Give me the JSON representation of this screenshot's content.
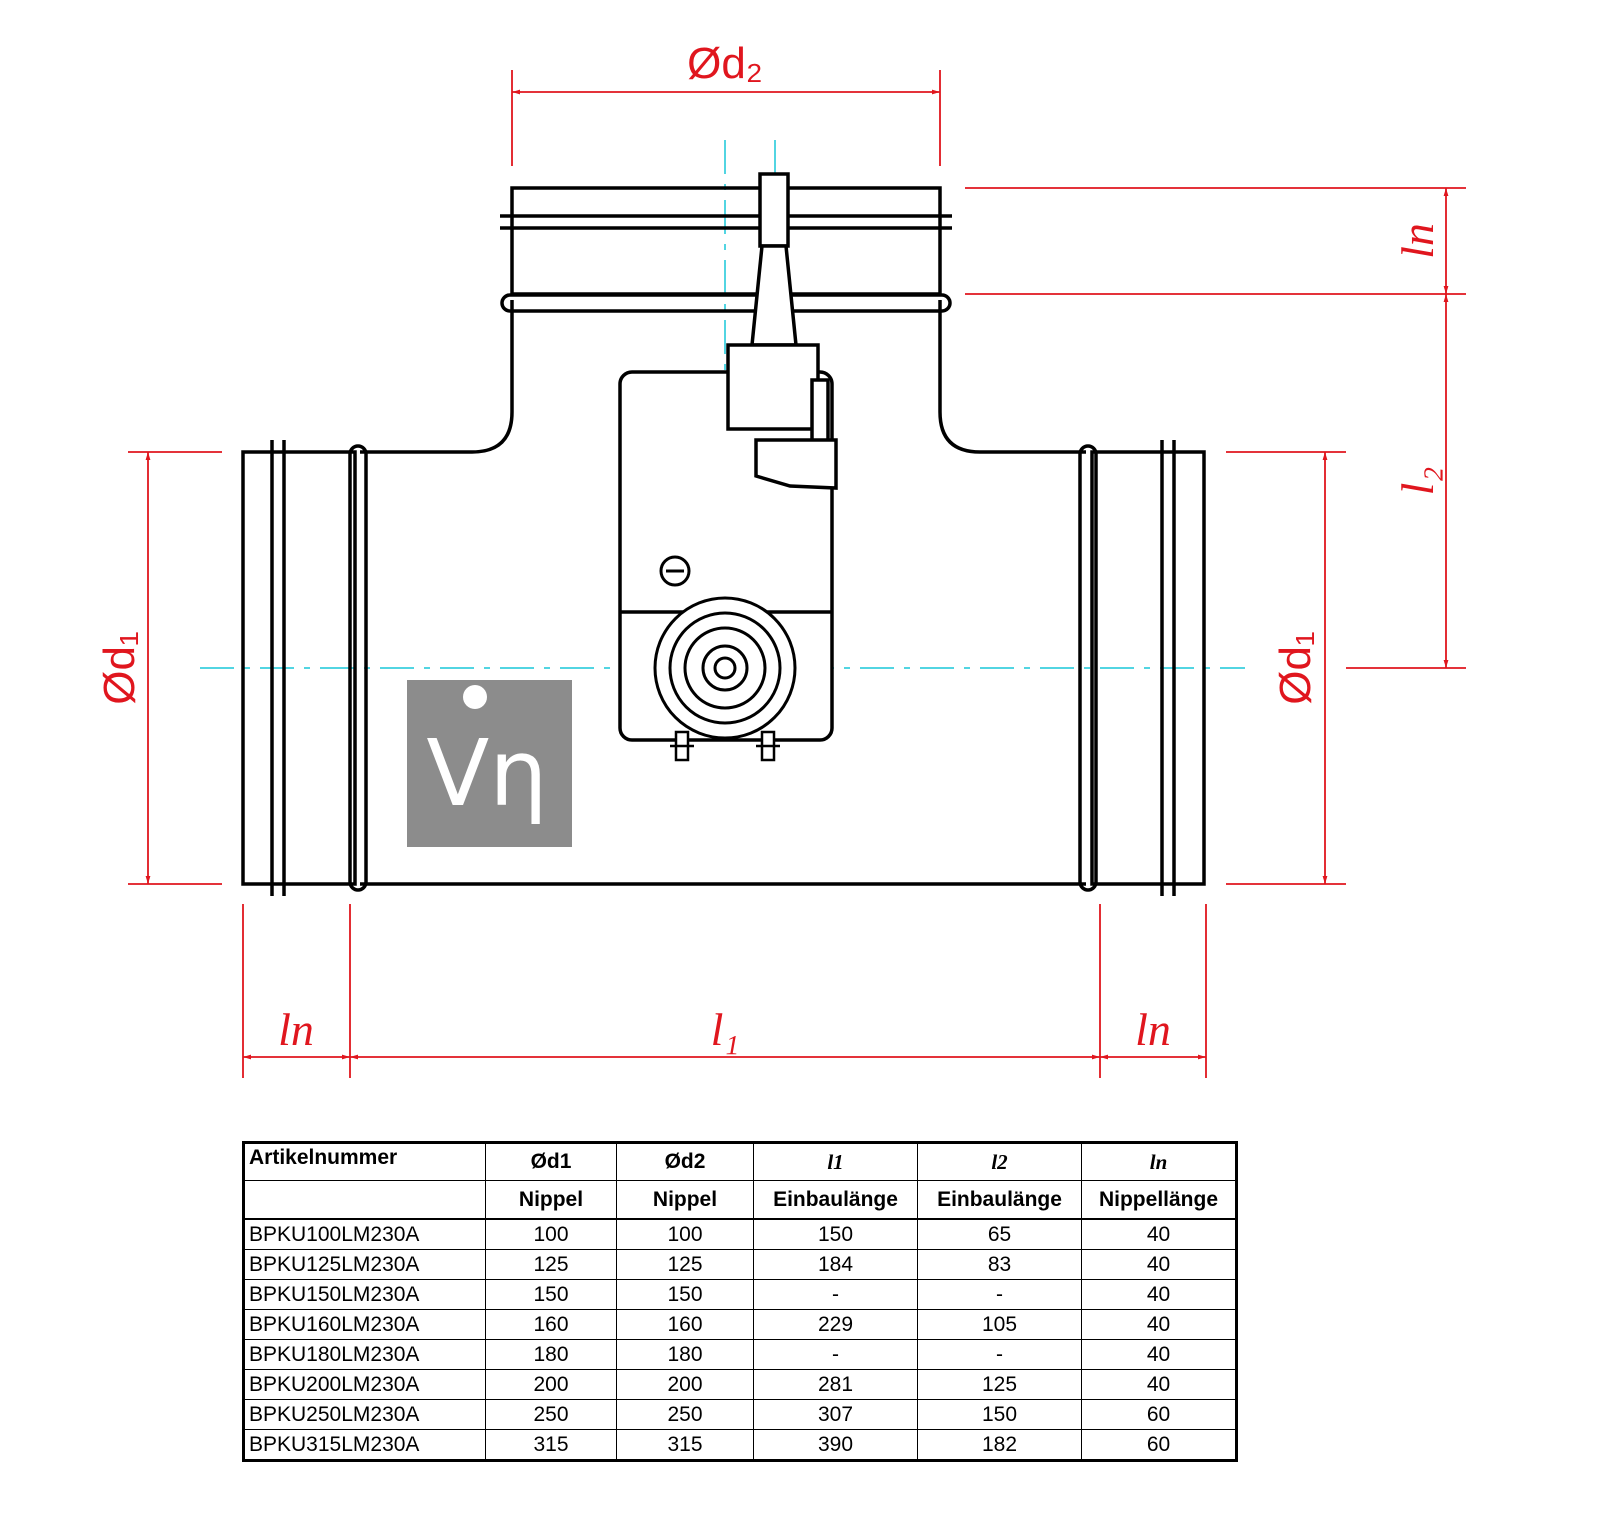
{
  "drawing": {
    "dim_d2": "Ød₂",
    "dim_d1_left": "Ød₁",
    "dim_d1_right": "Ød₁",
    "dim_l1": "l₁",
    "dim_l2": "l₂",
    "dim_ln_left": "ln",
    "dim_ln_right": "ln",
    "dim_ln_top": "ln",
    "logo_text": "Vη",
    "colors": {
      "dimension": "#e0161e",
      "centerline": "#19c7d8",
      "outline": "#000000",
      "logo_bg": "#8c8c8c"
    }
  },
  "table": {
    "headers_row1": [
      "Artikelnummer",
      "Ød1",
      "Ød2",
      "l1",
      "l2",
      "ln"
    ],
    "headers_row2": [
      "",
      "Nippel",
      "Nippel",
      "Einbaulänge",
      "Einbaulänge",
      "Nippellänge"
    ],
    "rows": [
      [
        "BPKU100LM230A",
        "100",
        "100",
        "150",
        "65",
        "40"
      ],
      [
        "BPKU125LM230A",
        "125",
        "125",
        "184",
        "83",
        "40"
      ],
      [
        "BPKU150LM230A",
        "150",
        "150",
        "-",
        "-",
        "40"
      ],
      [
        "BPKU160LM230A",
        "160",
        "160",
        "229",
        "105",
        "40"
      ],
      [
        "BPKU180LM230A",
        "180",
        "180",
        "-",
        "-",
        "40"
      ],
      [
        "BPKU200LM230A",
        "200",
        "200",
        "281",
        "125",
        "40"
      ],
      [
        "BPKU250LM230A",
        "250",
        "250",
        "307",
        "150",
        "60"
      ],
      [
        "BPKU315LM230A",
        "315",
        "315",
        "390",
        "182",
        "60"
      ]
    ]
  }
}
